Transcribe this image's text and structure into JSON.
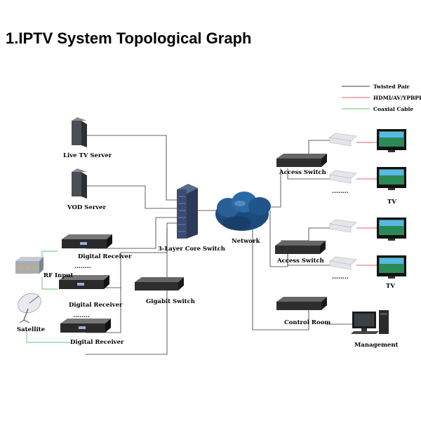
{
  "title": "1.IPTV System Topological Graph",
  "legend": [
    {
      "label": "Twisted Pair",
      "color": "#000000"
    },
    {
      "label": "HDMI/AV/YPBPR",
      "color": "#e06070"
    },
    {
      "label": "Coaxial Cable",
      "color": "#60c070"
    }
  ],
  "labels": {
    "live_tv_server": "Live TV Server",
    "vod_server": "VOD Server",
    "core_switch": "3-Layer Core Switch",
    "network": "Network",
    "access_switch_1": "Access Switch",
    "access_switch_2": "Access Switch",
    "control_room": "Control Room",
    "management": "Management",
    "gigabit_switch": "Gigabit Switch",
    "rf_input": "RF Input",
    "satellite": "Satellite",
    "digital_receiver_1": "Digital Receiver",
    "digital_receiver_2": "Digital Receiver",
    "digital_receiver_3": "Digital Receiver",
    "tv_1": "TV",
    "tv_2": "TV",
    "dots": "........"
  }
}
